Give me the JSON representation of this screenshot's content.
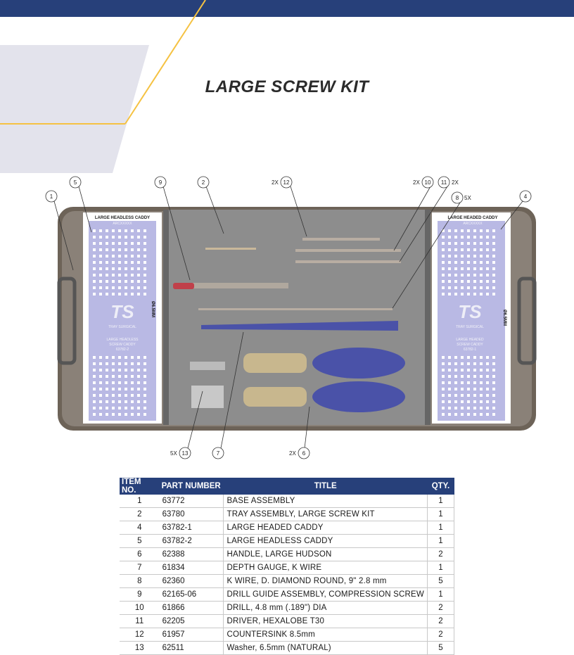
{
  "page": {
    "title": "LARGE SCREW KIT"
  },
  "colors": {
    "accent": "#27407a",
    "gold": "#f5c242",
    "panel": "#e6e6ee",
    "handle": "#4a52a8"
  },
  "tray": {
    "left_caddy_label": "LARGE HEADLESS CADDY",
    "left_caddy_code": "ARCXXXXX",
    "left_caddy_brand": "TRAY SURGICAL",
    "left_caddy_desc1": "LARGE HEADLESS",
    "left_caddy_desc2": "SCREW CADDY",
    "left_caddy_part": "63782-2",
    "left_caddy_dim": "Ø6.5MM",
    "right_caddy_label": "LARGE HEADED CADDY",
    "right_caddy_code": "ARCXXXXX",
    "right_caddy_brand": "TRAY SURGICAL",
    "right_caddy_desc1": "LARGE HEADED",
    "right_caddy_desc2": "SCREW CADDY",
    "right_caddy_part": "63782-1",
    "right_caddy_dim": "Ø6.5MM",
    "callouts": {
      "c1": "1",
      "c5": "5",
      "c9": "9",
      "c2": "2",
      "c12": "12",
      "c12_qty": "2X",
      "c10": "10",
      "c10_qty": "2X",
      "c11": "11",
      "c11_qty": "2X",
      "c8": "8",
      "c8_qty": "5X",
      "c4": "4",
      "c13": "13",
      "c13_qty": "5X",
      "c7": "7",
      "c6": "6",
      "c6_qty": "2X"
    }
  },
  "table": {
    "headers": {
      "item_no": "ITEM NO.",
      "part_number": "PART NUMBER",
      "title": "TITLE",
      "qty": "QTY."
    },
    "rows": [
      {
        "item": "1",
        "part": "63772",
        "title": "BASE ASSEMBLY",
        "qty": "1"
      },
      {
        "item": "2",
        "part": "63780",
        "title": "TRAY ASSEMBLY, LARGE SCREW KIT",
        "qty": "1"
      },
      {
        "item": "4",
        "part": "63782-1",
        "title": "LARGE HEADED CADDY",
        "qty": "1"
      },
      {
        "item": "5",
        "part": "63782-2",
        "title": "LARGE HEADLESS CADDY",
        "qty": "1"
      },
      {
        "item": "6",
        "part": "62388",
        "title": "HANDLE, LARGE HUDSON",
        "qty": "2"
      },
      {
        "item": "7",
        "part": "61834",
        "title": "DEPTH GAUGE, K WIRE",
        "qty": "1"
      },
      {
        "item": "8",
        "part": "62360",
        "title": "K WIRE, D. DIAMOND ROUND, 9\" 2.8 mm",
        "qty": "5"
      },
      {
        "item": "9",
        "part": "62165-06",
        "title": "DRILL GUIDE ASSEMBLY, COMPRESSION SCREW",
        "qty": "1"
      },
      {
        "item": "10",
        "part": "61866",
        "title": "DRILL, 4.8  mm (.189\") DIA",
        "qty": "2"
      },
      {
        "item": "11",
        "part": "62205",
        "title": "DRIVER, HEXALOBE T30",
        "qty": "2"
      },
      {
        "item": "12",
        "part": "61957",
        "title": "COUNTERSINK 8.5mm",
        "qty": "2"
      },
      {
        "item": "13",
        "part": "62511",
        "title": "Washer, 6.5mm (NATURAL)",
        "qty": "5"
      }
    ]
  }
}
